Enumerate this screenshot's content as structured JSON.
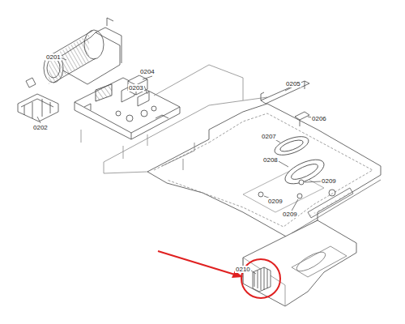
{
  "diagram": {
    "labels": [
      "0201",
      "0202",
      "0203",
      "0204",
      "0205",
      "0206",
      "0207",
      "0208",
      "0209",
      "0209",
      "0209",
      "0210"
    ]
  }
}
